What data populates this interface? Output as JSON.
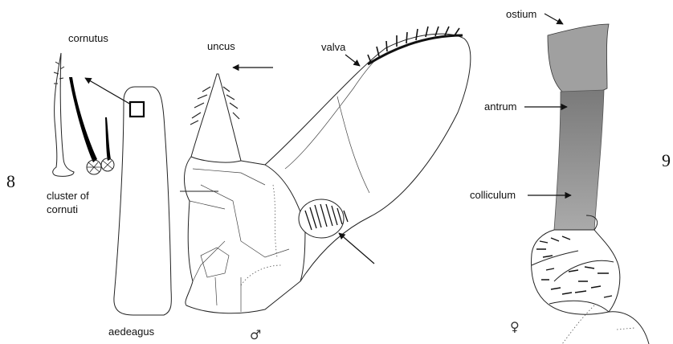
{
  "figure_numbers": {
    "left": "8",
    "right": "9"
  },
  "labels": {
    "cornutus": "cornutus",
    "cluster": [
      "cluster of",
      "cornuti"
    ],
    "aedeagus": "aedeagus",
    "uncus": "uncus",
    "valva": "valva",
    "ostium": "ostium",
    "antrum": "antrum",
    "colliculum": "colliculum"
  },
  "symbols": {
    "male": "♂",
    "female": "♀"
  }
}
